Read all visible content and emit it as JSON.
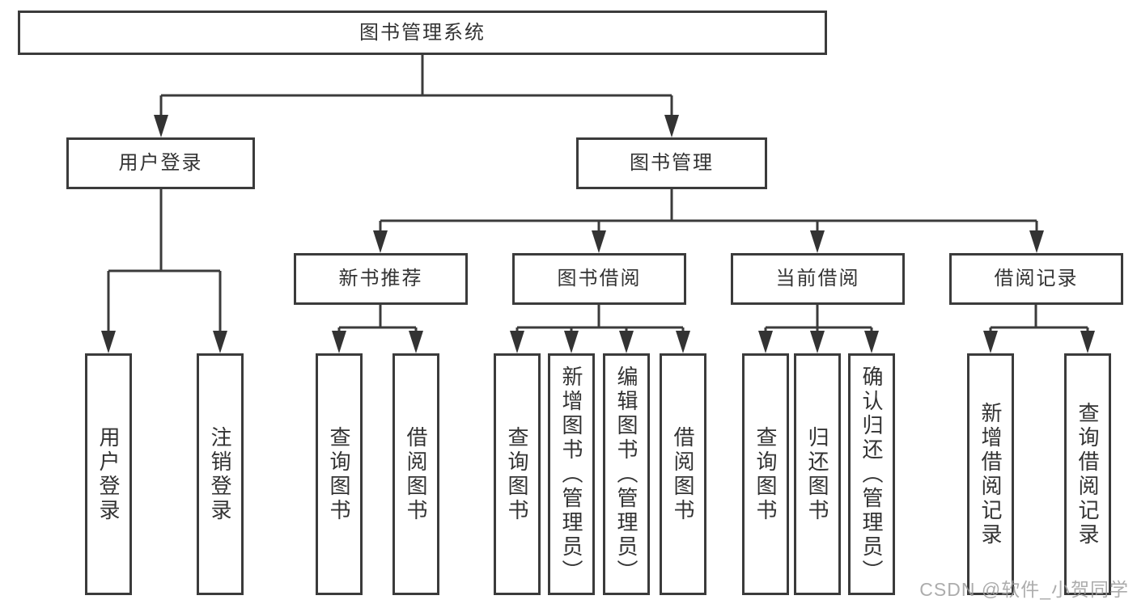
{
  "diagram": {
    "title": "图书管理系统",
    "level2": [
      {
        "label": "用户登录"
      },
      {
        "label": "图书管理"
      }
    ],
    "level3": [
      {
        "label": "新书推荐"
      },
      {
        "label": "图书借阅"
      },
      {
        "label": "当前借阅"
      },
      {
        "label": "借阅记录"
      }
    ],
    "leaves": {
      "user_login": [
        "用户登录",
        "注销登录"
      ],
      "new_book": [
        "查询图书",
        "借阅图书"
      ],
      "book_borrow": [
        "查询图书",
        "新增图书（管理员）",
        "编辑图书（管理员）",
        "借阅图书"
      ],
      "current_borrow": [
        "查询图书",
        "归还图书",
        "确认归还（管理员）"
      ],
      "borrow_records": [
        "新增借阅记录",
        "查询借阅记录"
      ]
    }
  },
  "colors": {
    "line": "#3b3b3b",
    "box_border": "#3b3b3b",
    "text": "#333333",
    "watermark": "#9e9e9e"
  },
  "watermark": {
    "text": "CSDN @软件_小贺同学"
  }
}
